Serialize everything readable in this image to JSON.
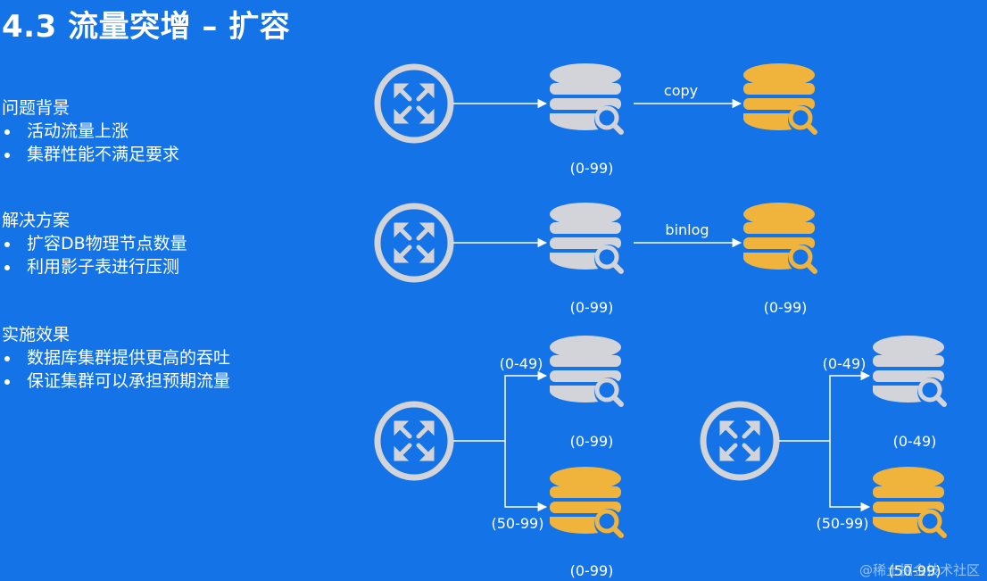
{
  "title": "4.3 流量突增 – 扩容",
  "sections": [
    {
      "heading": "问题背景",
      "bullets": [
        "活动流量上涨",
        "集群性能不满足要求"
      ]
    },
    {
      "heading": "解决方案",
      "bullets": [
        "扩容DB物理节点数量",
        "利用影子表进行压测"
      ]
    },
    {
      "heading": "实施效果",
      "bullets": [
        "数据库集群提供更高的吞吐",
        "保证集群可以承担预期流量"
      ]
    }
  ],
  "diagram": {
    "copy_label": "copy",
    "binlog_label": "binlog",
    "row1": {
      "source_range": "(0-99)"
    },
    "row2": {
      "source_range": "(0-99)",
      "target_range": "(0-99)"
    },
    "row3_left": {
      "route_top": "(0-49)",
      "route_bottom": "(50-99)",
      "db_top_range": "(0-99)",
      "db_bottom_range": "(0-99)"
    },
    "row3_right": {
      "route_top": "(0-49)",
      "route_bottom": "(50-99)",
      "db_top_range": "(0-49)",
      "db_bottom_range": "(50-99)"
    }
  },
  "colors": {
    "background": "#1473e6",
    "db_gray": "#d2d4d9",
    "db_gold": "#f0b43c",
    "router_ring": "#d2d4d9",
    "line": "#ffffff"
  },
  "watermark": "@稀土掘金技术社区"
}
